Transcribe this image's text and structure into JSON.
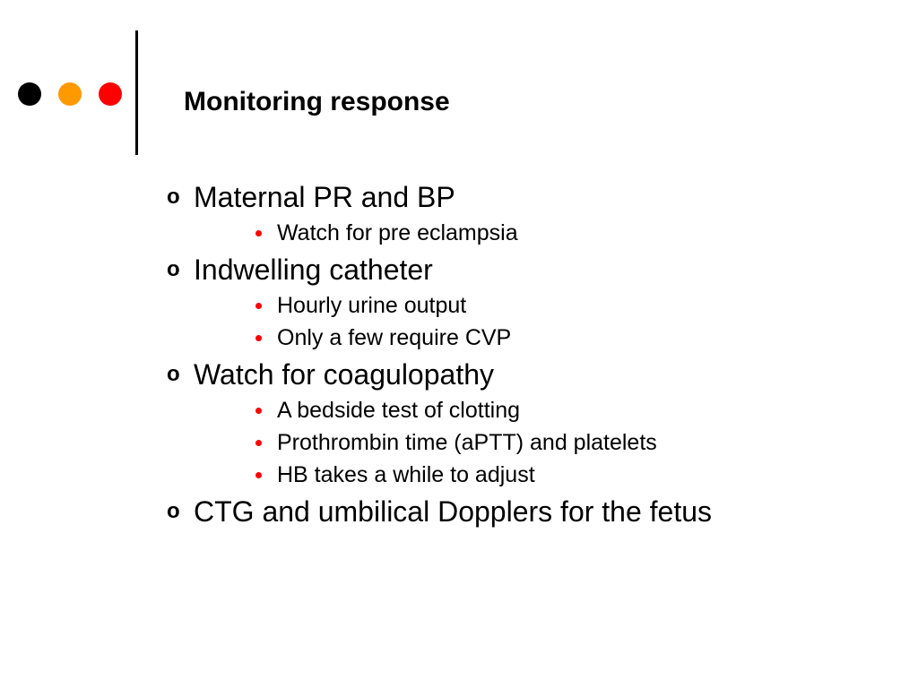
{
  "slide": {
    "title": "Monitoring response",
    "background_color": "#FFFFFF",
    "text_color": "#000000",
    "decor": {
      "dots": [
        {
          "name": "black-dot",
          "color": "#000000"
        },
        {
          "name": "orange-dot",
          "color": "#FF9900"
        },
        {
          "name": "red-dot",
          "color": "#FF0000"
        }
      ],
      "divider_color": "#000000"
    },
    "bullet_markers": {
      "level1_glyph": "o",
      "level1_color": "#000000",
      "level2_color": "#FF0000"
    },
    "content": [
      {
        "level1": "Maternal PR and BP",
        "level2": [
          "Watch for pre eclampsia"
        ]
      },
      {
        "level1": "Indwelling catheter",
        "level2": [
          "Hourly urine output",
          "Only a few require CVP"
        ]
      },
      {
        "level1": "Watch for coagulopathy",
        "level2": [
          "A bedside test of clotting",
          "Prothrombin time (aPTT) and platelets",
          "HB takes a while to adjust"
        ]
      },
      {
        "level1": "CTG and umbilical Dopplers for the fetus",
        "level2": []
      }
    ]
  }
}
